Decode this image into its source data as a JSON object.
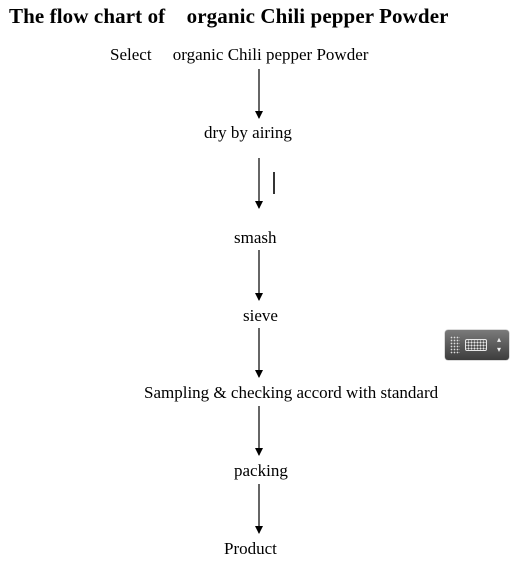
{
  "title": "The flow chart of    organic Chili pepper Powder",
  "steps": [
    "Select     organic Chili pepper Powder",
    "dry by airing",
    "smash",
    "sieve",
    "Sampling & checking accord with standard",
    "packing",
    "Product"
  ],
  "ime_toolbar": {
    "icons": [
      "grip-icon",
      "keyboard-icon",
      "options-menu-icon"
    ],
    "menu_glyph": "▴\n▾",
    "background": "#5a5a5a"
  }
}
